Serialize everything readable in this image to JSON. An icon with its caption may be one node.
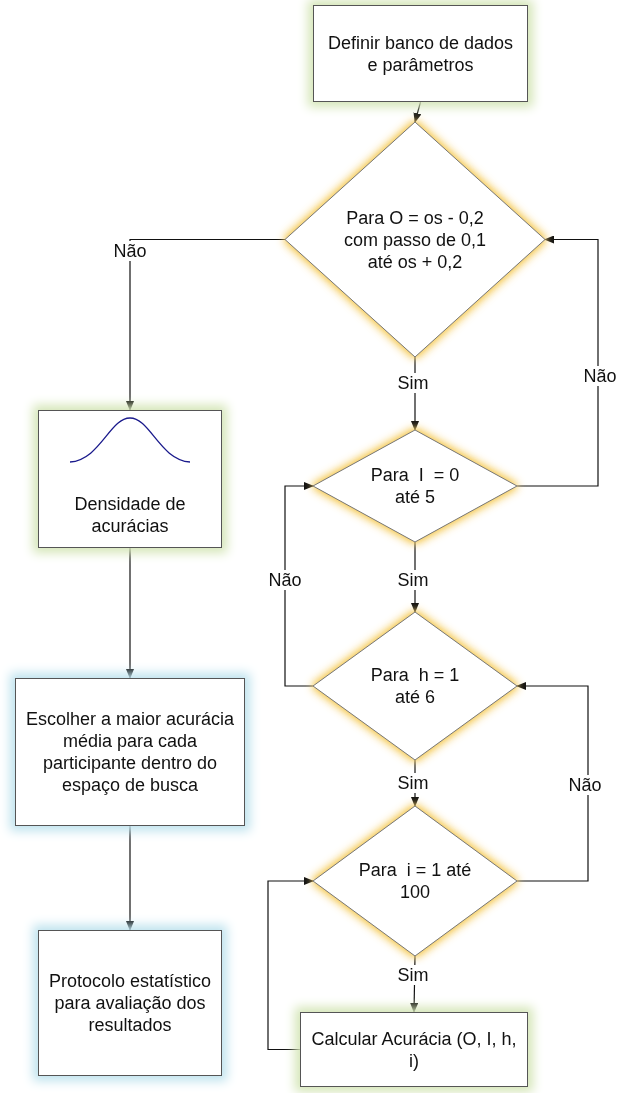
{
  "diagram": {
    "nodes": [
      {
        "text": [
          "Definir banco de dados e parâmetros"
        ]
      },
      {
        "text": [
          "Para O = os - 0,2 com passo de 0,1 até os + 0,2"
        ]
      },
      {
        "text": [
          "Para  I  = 0 até 5"
        ]
      },
      {
        "text": [
          "Para  h = 1 até 6"
        ]
      },
      {
        "text": [
          "Para  i = 1 até 100"
        ]
      },
      {
        "text": [
          "Calcular Acurácia (O, I, h, i)"
        ]
      },
      {
        "text": [
          "Densidade de acurácias"
        ]
      },
      {
        "text": [
          "Escolher a maior acurácia média para cada participante dentro do espaço de busca"
        ]
      },
      {
        "text": [
          "Protocolo estatístico para avaliação dos resultados"
        ]
      }
    ],
    "edges": [
      {
        "from": 0,
        "to": 1,
        "arrow": "to"
      },
      {
        "from": 1,
        "to": 2,
        "arrow": "to",
        "label": "Sim"
      },
      {
        "from": 2,
        "to": 3,
        "arrow": "to",
        "label": "Sim"
      },
      {
        "from": 3,
        "to": 4,
        "arrow": "to",
        "label": "Sim"
      },
      {
        "from": 4,
        "to": 5,
        "arrow": "to",
        "label": "Sim"
      },
      {
        "from": 5,
        "to": 4,
        "arrow": "to"
      },
      {
        "from": 4,
        "to": 3,
        "arrow": "to",
        "label": "Não"
      },
      {
        "from": 3,
        "to": 2,
        "arrow": "to",
        "label": "Não"
      },
      {
        "from": 2,
        "to": 1,
        "arrow": "to",
        "label": "Não"
      },
      {
        "from": 1,
        "to": 6,
        "arrow": "to",
        "label": "Não"
      },
      {
        "from": 6,
        "to": 7,
        "arrow": "to"
      },
      {
        "from": 7,
        "to": 8,
        "arrow": "to"
      }
    ]
  }
}
